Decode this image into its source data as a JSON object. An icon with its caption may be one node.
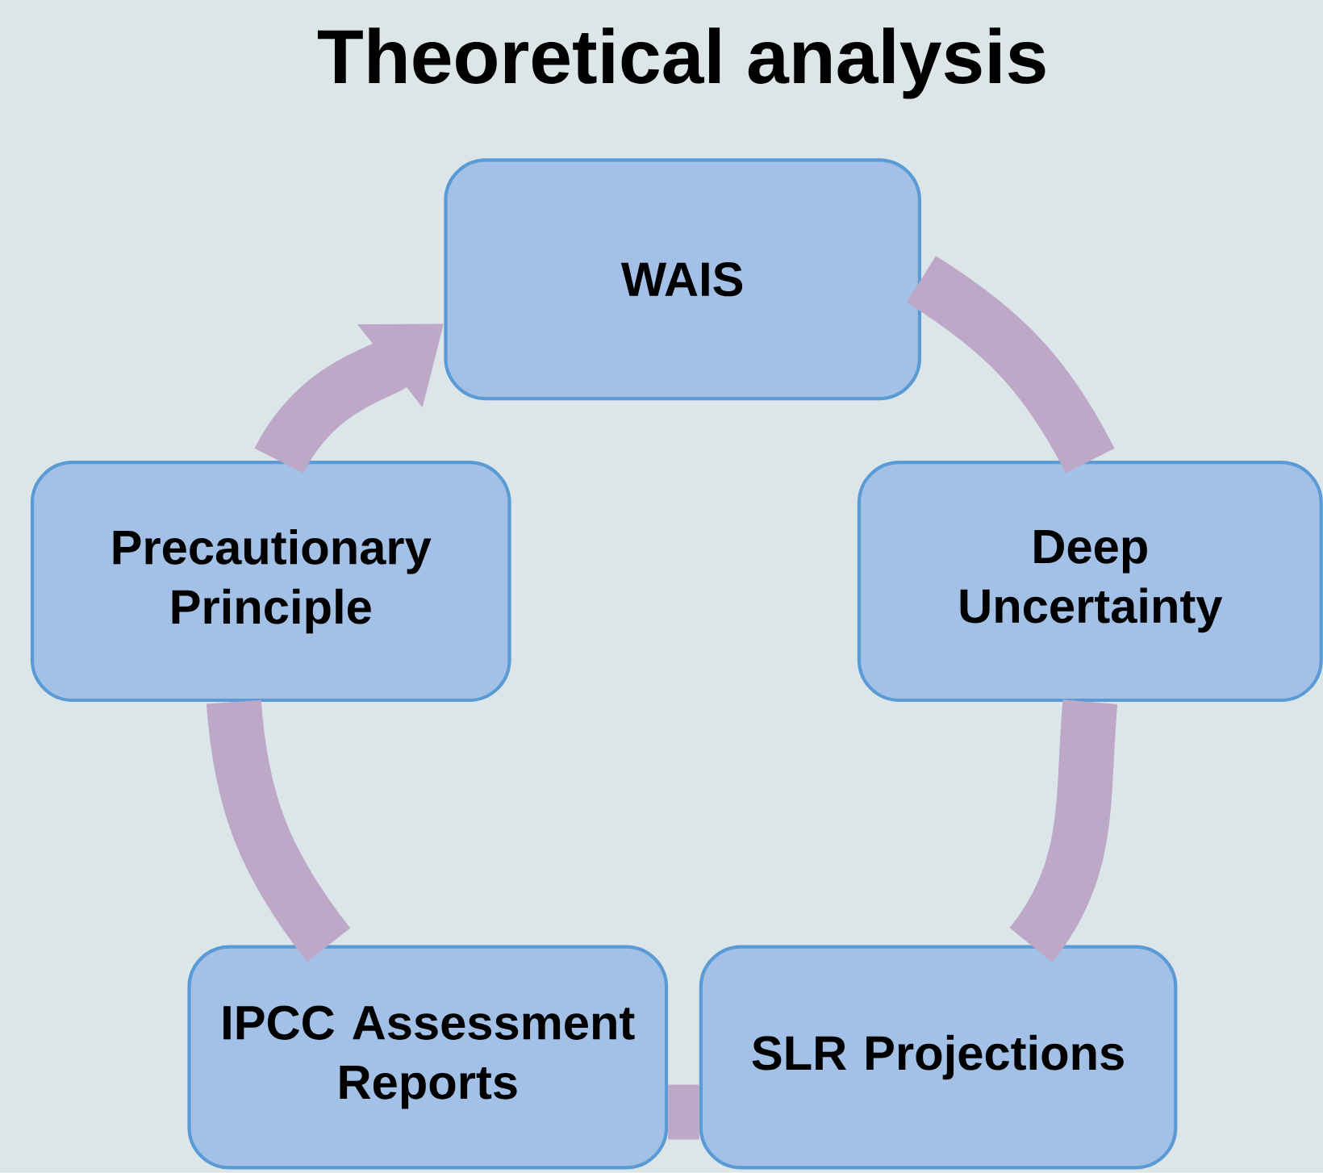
{
  "diagram": {
    "title": "Theoretical analysis",
    "nodes": [
      {
        "text": [
          "WAIS"
        ]
      },
      {
        "text": [
          "Deep Uncertainty"
        ]
      },
      {
        "text": [
          "SLR Projections"
        ]
      },
      {
        "text": [
          "IPCC Assessment Reports"
        ]
      },
      {
        "text": [
          "Precautionary Principle"
        ]
      }
    ],
    "edges": [
      {
        "from": 0,
        "to": 1,
        "arrow": "none"
      },
      {
        "from": 1,
        "to": 2,
        "arrow": "none"
      },
      {
        "from": 2,
        "to": 3,
        "arrow": "none"
      },
      {
        "from": 3,
        "to": 4,
        "arrow": "none"
      },
      {
        "from": 4,
        "to": 0,
        "arrow": "to"
      }
    ]
  }
}
